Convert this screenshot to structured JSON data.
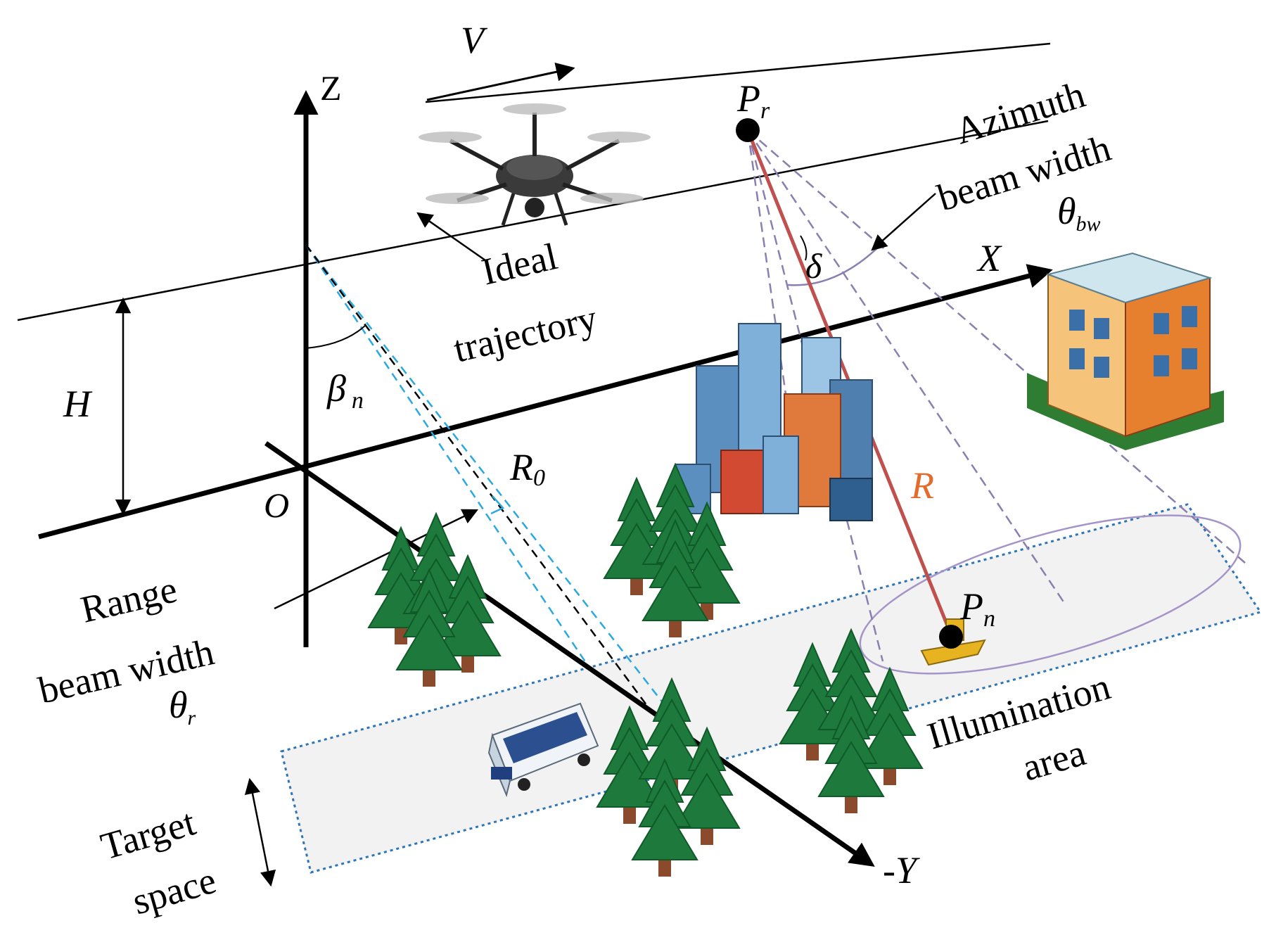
{
  "labels": {
    "velocity": "V",
    "z_axis": "Z",
    "x_axis": "X",
    "y_axis": "-Y",
    "origin": "O",
    "radar_point": "P",
    "radar_point_sub": "r",
    "target_point": "P",
    "target_point_sub": "n",
    "azimuth_line1": "Azimuth",
    "azimuth_line2": "beam width",
    "azimuth_symbol": "θ",
    "azimuth_symbol_sub": "bw",
    "delta": "δ",
    "ideal_line1": "Ideal",
    "ideal_line2": "trajectory",
    "height": "H",
    "beta": "β",
    "beta_sub": "n",
    "r0": "R",
    "r0_sub": "0",
    "range_r": "R",
    "range_line1": "Range",
    "range_line2": "beam width",
    "range_symbol": "θ",
    "range_symbol_sub": "r",
    "illum_line1": "Illumination",
    "illum_line2": "area",
    "target_line1": "Target",
    "target_line2": "space"
  },
  "colors": {
    "axis": "#000000",
    "range_line": "#c0504d",
    "range_label": "#e36c2d",
    "beam_dash": "#8a7fb0",
    "cyan_dash": "#2aa8e0",
    "illum_border": "#2e75b6",
    "illum_fill": "#f2f2f2",
    "tree": "#1e7a3c",
    "trunk": "#8b4a2b"
  }
}
